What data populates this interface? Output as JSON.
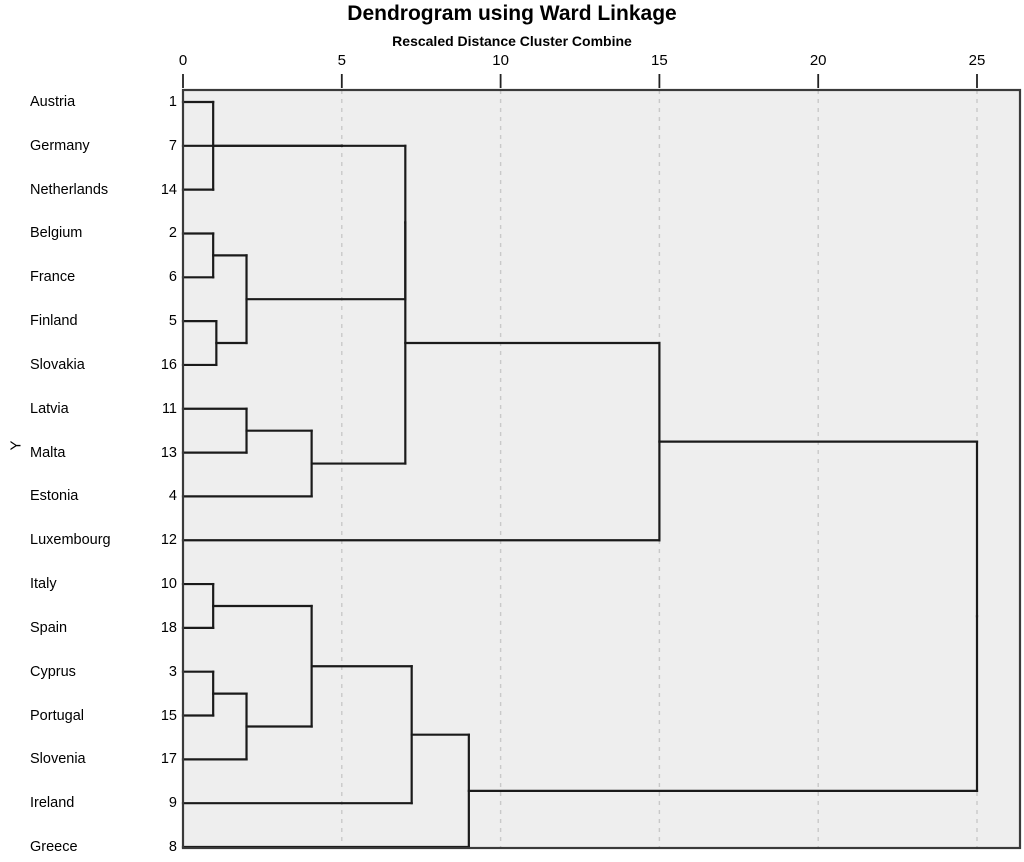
{
  "title": "Dendrogram using Ward Linkage",
  "subtitle": "Rescaled Distance Cluster Combine",
  "y_axis_label": "Y",
  "colors": {
    "plot_background": "#eeeeee",
    "plot_border": "#3a3a3a",
    "link_line": "#1a1a1a",
    "gridline": "#c9c9c9",
    "text": "#000000",
    "page_background": "#ffffff"
  },
  "axis": {
    "ticks": [
      0,
      5,
      10,
      15,
      20,
      25
    ],
    "tick_labels": [
      "0",
      "5",
      "10",
      "15",
      "20",
      "25"
    ],
    "min": 0,
    "max": 26.4
  },
  "chart_data": {
    "type": "dendrogram",
    "title": "Dendrogram using Ward Linkage",
    "subtitle": "Rescaled Distance Cluster Combine",
    "xlabel": "Rescaled Distance Cluster Combine",
    "ylabel": "Y",
    "xlim": [
      0,
      26.4
    ],
    "xticks": [
      0,
      5,
      10,
      15,
      20,
      25
    ],
    "grid": true,
    "linkage_method": "ward",
    "leaves": [
      {
        "label": "Austria",
        "case": "1"
      },
      {
        "label": "Germany",
        "case": "7"
      },
      {
        "label": "Netherlands",
        "case": "14"
      },
      {
        "label": "Belgium",
        "case": "2"
      },
      {
        "label": "France",
        "case": "6"
      },
      {
        "label": "Finland",
        "case": "5"
      },
      {
        "label": "Slovakia",
        "case": "16"
      },
      {
        "label": "Latvia",
        "case": "11"
      },
      {
        "label": "Malta",
        "case": "13"
      },
      {
        "label": "Estonia",
        "case": "4"
      },
      {
        "label": "Luxembourg",
        "case": "12"
      },
      {
        "label": "Italy",
        "case": "10"
      },
      {
        "label": "Spain",
        "case": "18"
      },
      {
        "label": "Cyprus",
        "case": "3"
      },
      {
        "label": "Portugal",
        "case": "15"
      },
      {
        "label": "Slovenia",
        "case": "17"
      },
      {
        "label": "Ireland",
        "case": "9"
      },
      {
        "label": "Greece",
        "case": "8"
      }
    ],
    "merges": [
      {
        "id": "m1",
        "left": "Austria",
        "right": "Netherlands",
        "distance": 0.95
      },
      {
        "id": "m2",
        "left": "m1",
        "right": "Germany",
        "distance": 5.0
      },
      {
        "id": "m3",
        "left": "Belgium",
        "right": "France",
        "distance": 0.95
      },
      {
        "id": "m4",
        "left": "Finland",
        "right": "Slovakia",
        "distance": 1.05
      },
      {
        "id": "m5",
        "left": "m3",
        "right": "m4",
        "distance": 2.0
      },
      {
        "id": "m6",
        "left": "m2",
        "right": "m5",
        "distance": 7.0
      },
      {
        "id": "m7",
        "left": "Latvia",
        "right": "Malta",
        "distance": 2.0
      },
      {
        "id": "m8",
        "left": "m7",
        "right": "Estonia",
        "distance": 4.05
      },
      {
        "id": "m9",
        "left": "m6",
        "right": "m8",
        "distance": 7.0
      },
      {
        "id": "m10",
        "left": "m9",
        "right": "Luxembourg",
        "distance": 15.0
      },
      {
        "id": "m11",
        "left": "Italy",
        "right": "Spain",
        "distance": 0.95
      },
      {
        "id": "m12",
        "left": "Cyprus",
        "right": "Portugal",
        "distance": 0.95
      },
      {
        "id": "m13",
        "left": "m12",
        "right": "Slovenia",
        "distance": 2.0
      },
      {
        "id": "m14",
        "left": "m11",
        "right": "m13",
        "distance": 4.05
      },
      {
        "id": "m15",
        "left": "m14",
        "right": "Ireland",
        "distance": 7.2
      },
      {
        "id": "m16",
        "left": "m15",
        "right": "Greece",
        "distance": 9.0
      },
      {
        "id": "m17",
        "left": "m10",
        "right": "m16",
        "distance": 25.0
      }
    ]
  }
}
